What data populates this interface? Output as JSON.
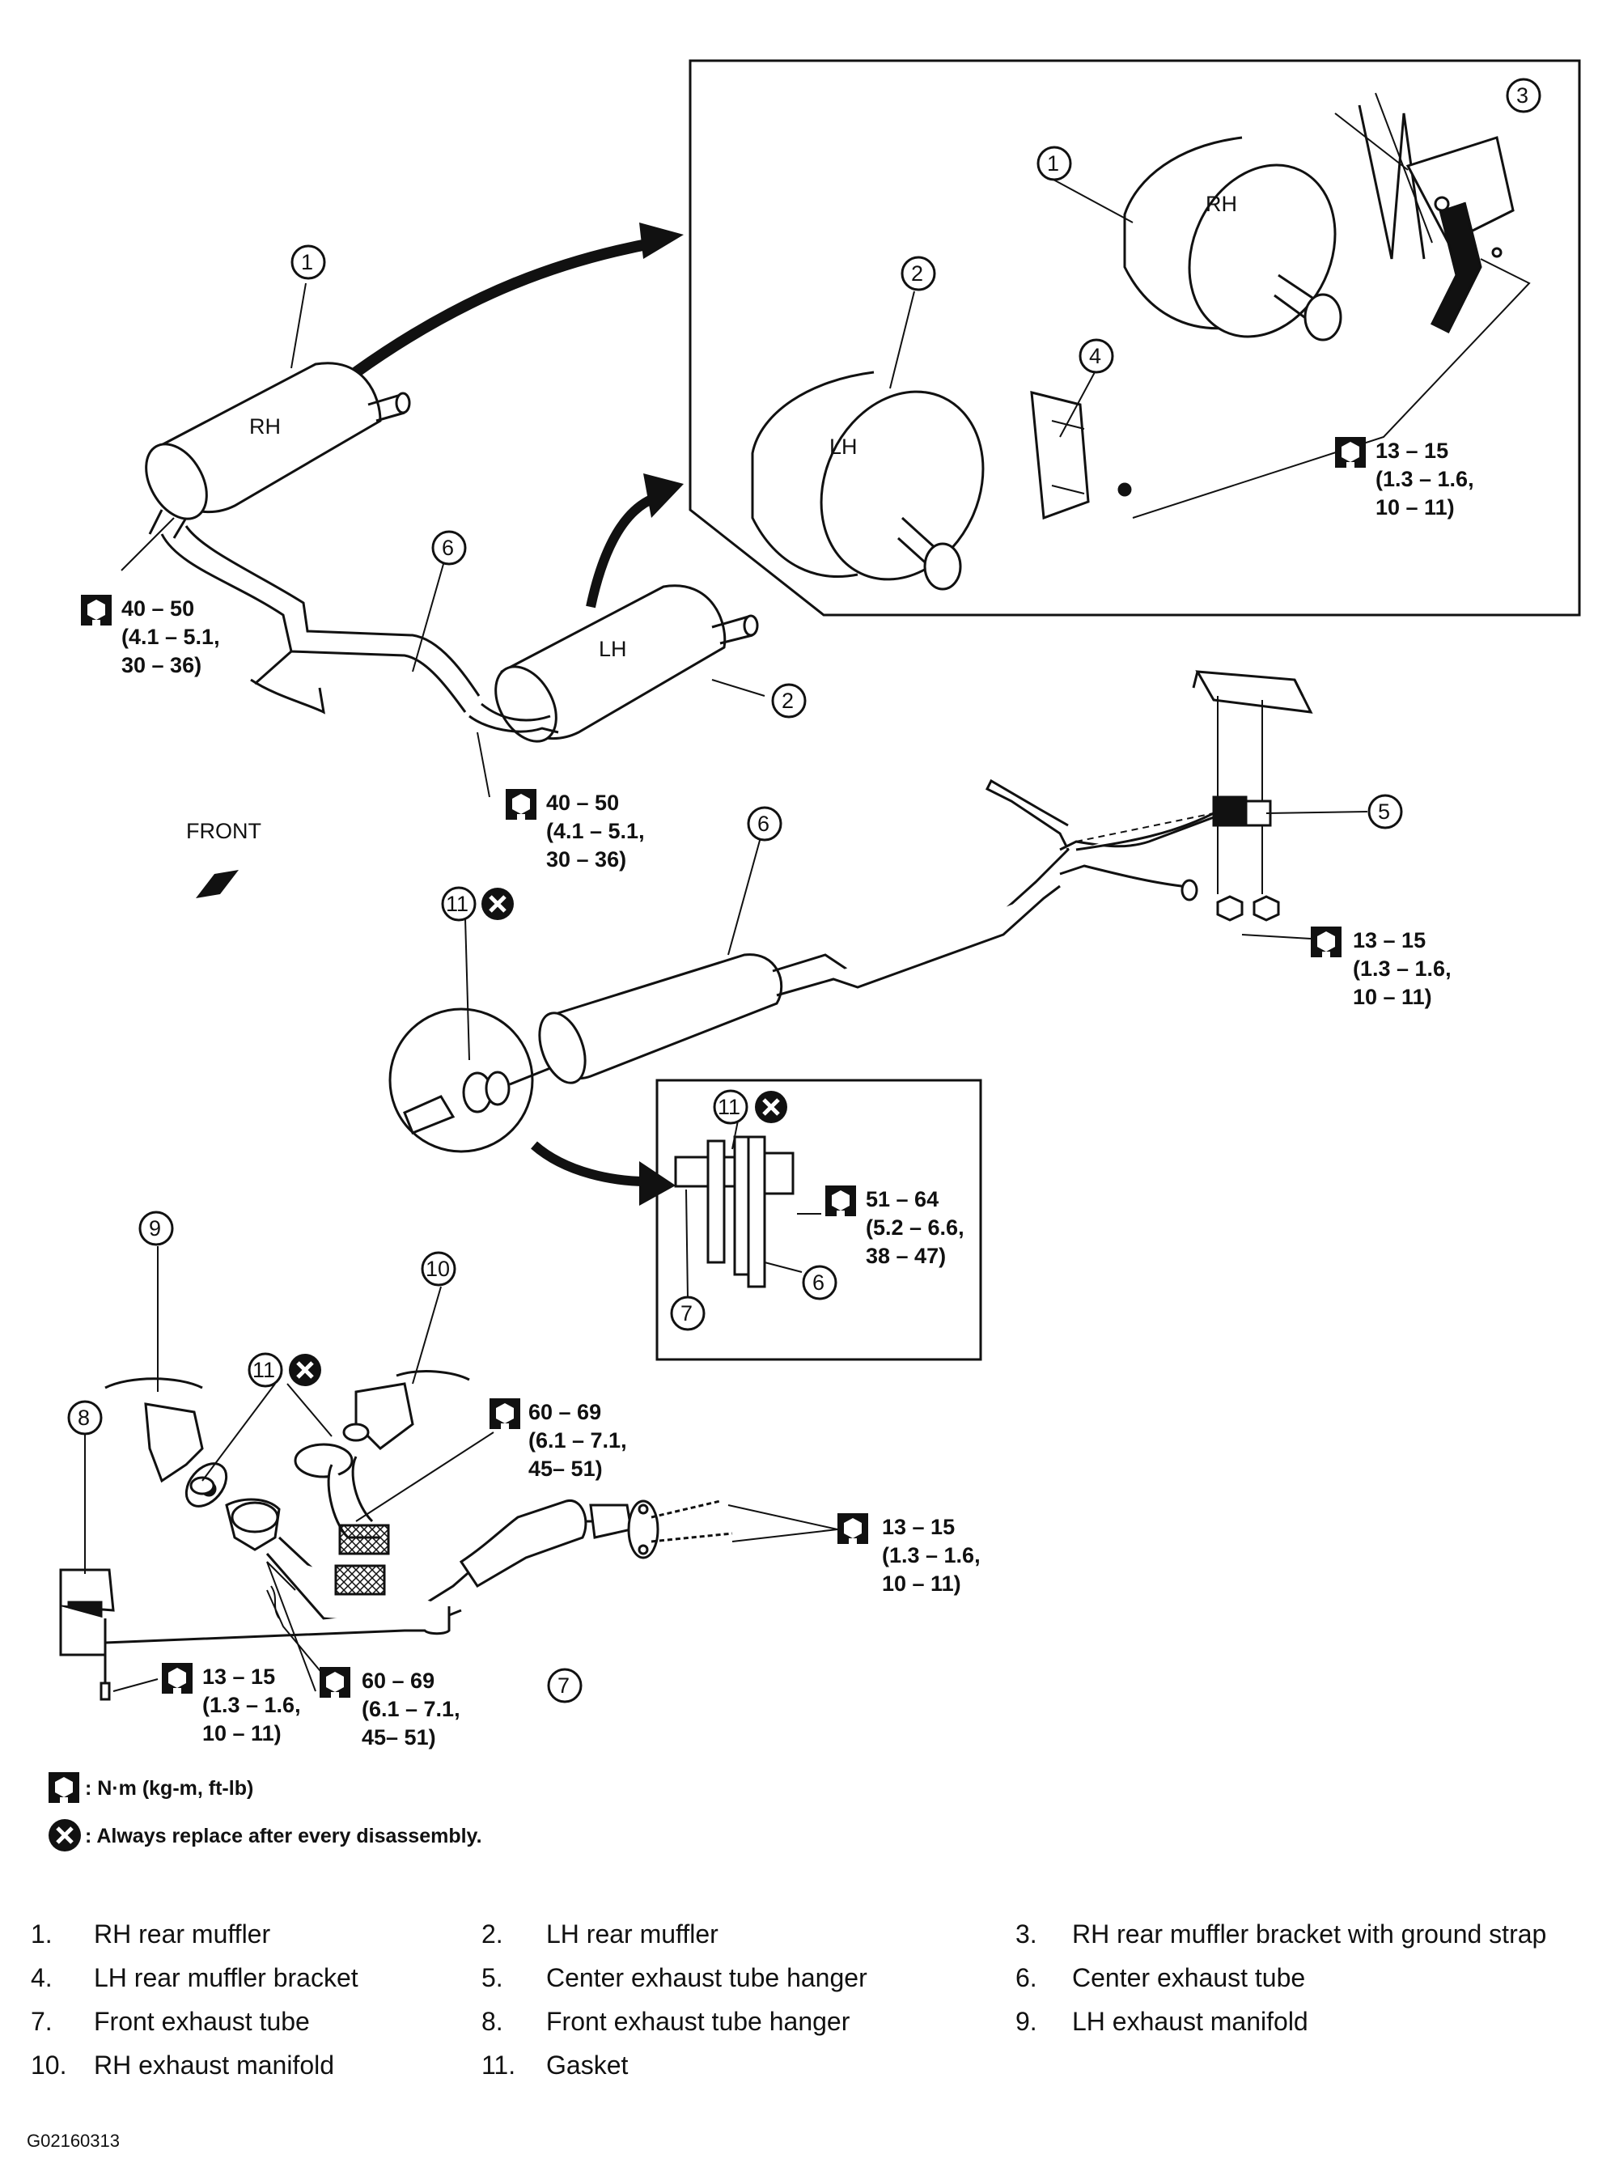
{
  "callout_numbers": [
    "1",
    "2",
    "3",
    "4",
    "5",
    "6",
    "7",
    "8",
    "9",
    "10",
    "11"
  ],
  "muffler_labels": {
    "rh": "RH",
    "lh": "LH"
  },
  "front_label": "FRONT",
  "torque_specs": {
    "rh_muffler_joint": [
      "40 – 50",
      "(4.1 – 5.1,",
      "30 – 36)"
    ],
    "lh_muffler_joint": [
      "40 – 50",
      "(4.1 – 5.1,",
      "30 – 36)"
    ],
    "muffler_bracket_nut": [
      "13 – 15",
      "(1.3 – 1.6,",
      "10 – 11)"
    ],
    "center_hanger_nut": [
      "13 – 15",
      "(1.3 – 1.6,",
      "10 – 11)"
    ],
    "center_joint_nut": [
      "51 – 64",
      "(5.2 – 6.6,",
      "38 – 47)"
    ],
    "rh_manifold_nut": [
      "60 – 69",
      "(6.1 – 7.1,",
      "45– 51)"
    ],
    "front_flange_stud": [
      "13 – 15",
      "(1.3 – 1.6,",
      "10 – 11)"
    ],
    "front_hanger_bolt": [
      "13 – 15",
      "(1.3 – 1.6,",
      "10 – 11)"
    ],
    "lh_manifold_nut": [
      "60 – 69",
      "(6.1 – 7.1,",
      "45– 51)"
    ]
  },
  "key": {
    "torque_unit": ": N·m (kg-m, ft-lb)",
    "replace_note": ": Always replace after every disassembly."
  },
  "legend": [
    {
      "num": "1.",
      "label": "RH rear muffler"
    },
    {
      "num": "2.",
      "label": "LH rear muffler"
    },
    {
      "num": "3.",
      "label": "RH rear muffler bracket with ground strap"
    },
    {
      "num": "4.",
      "label": "LH rear muffler bracket"
    },
    {
      "num": "5.",
      "label": "Center exhaust tube hanger"
    },
    {
      "num": "6.",
      "label": "Center exhaust tube"
    },
    {
      "num": "7.",
      "label": "Front exhaust tube"
    },
    {
      "num": "8.",
      "label": "Front exhaust tube hanger"
    },
    {
      "num": "9.",
      "label": "LH exhaust manifold"
    },
    {
      "num": "10.",
      "label": "RH exhaust manifold"
    },
    {
      "num": "11.",
      "label": "Gasket"
    }
  ],
  "figure_id": "G02160313"
}
